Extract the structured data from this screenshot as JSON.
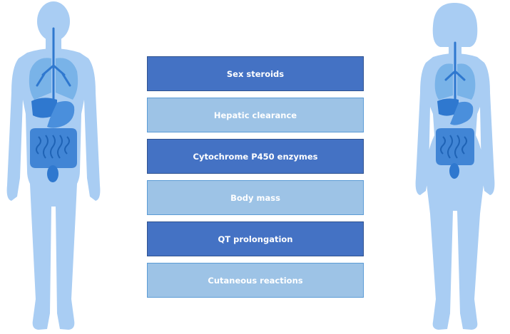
{
  "factors": [
    {
      "label": "Sex steroids",
      "style": "dark"
    },
    {
      "label": "Hepatic clearance",
      "style": "light"
    },
    {
      "label": "Cytochrome P450 enzymes",
      "style": "dark"
    },
    {
      "label": "Body mass",
      "style": "light"
    },
    {
      "label": "QT prolongation",
      "style": "dark"
    },
    {
      "label": "Cutaneous reactions",
      "style": "light"
    }
  ],
  "colors": {
    "dark_box": "#4472c4",
    "light_box": "#9dc3e6",
    "body_silhouette": "#a9cdf3",
    "organs": "#2f78cf"
  },
  "icons": [
    "male-body-icon",
    "female-body-icon"
  ]
}
